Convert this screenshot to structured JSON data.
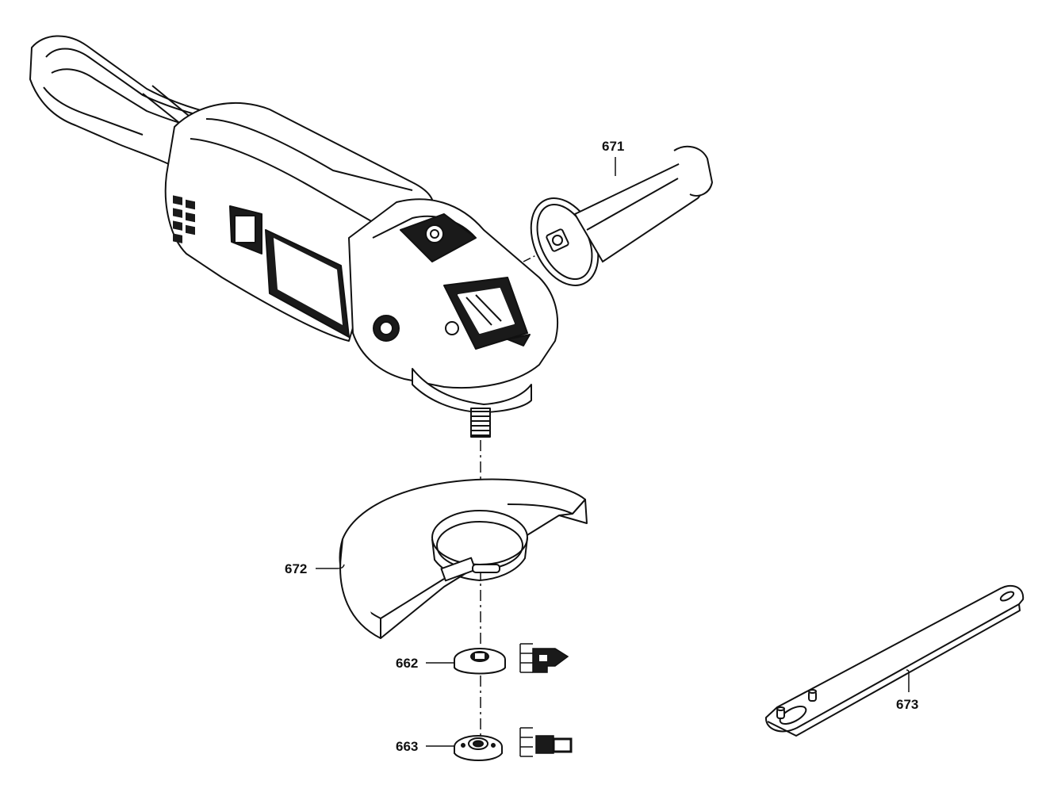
{
  "diagram": {
    "part_labels": {
      "p671": "671",
      "p672": "672",
      "p662": "662",
      "p663": "663",
      "p673": "673"
    },
    "colors": {
      "line": "#111111",
      "fill_dark": "#1a1a1a",
      "fill_mid": "#cfcfcf",
      "background": "#ffffff"
    }
  }
}
